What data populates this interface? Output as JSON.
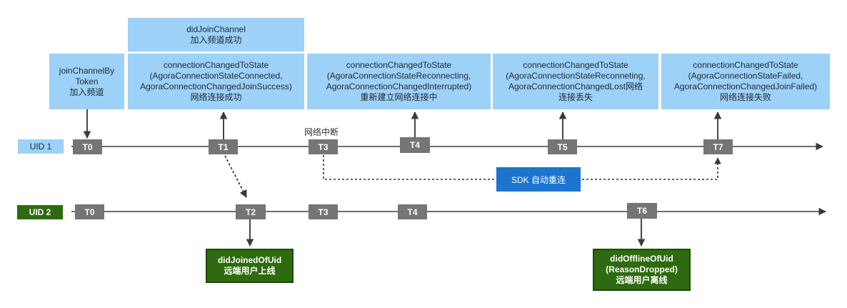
{
  "uid1": {
    "label": "UID 1",
    "ticks": [
      "T0",
      "T1",
      "T3",
      "T4",
      "T5",
      "T7"
    ],
    "network_interrupt_note": "网络中断"
  },
  "uid2": {
    "label": "UID 2",
    "ticks": [
      "T0",
      "T2",
      "T3",
      "T4",
      "T6"
    ]
  },
  "top_boxes": {
    "join_channel_by_token": [
      "joinChannelBy",
      "Token",
      "加入频道"
    ],
    "did_join_channel": [
      "didJoinChannel",
      "加入频道成功"
    ],
    "connected": [
      "connectionChangedToState",
      "(AgoraConnectionStateConnected,",
      "AgoraConnectionChangedJoinSuccess)",
      "网络连接成功"
    ],
    "reconnecting": [
      "connectionChangedToState",
      "(AgoraConnectionStateReconnecting,",
      "AgoraConnectionChangedInterrupted)",
      "重新建立网络连接中"
    ],
    "lost": [
      "connectionChangedToState",
      "(AgoraConnectionStateReconneting,",
      "AgoraConnectionChangedLost网络",
      "连接丢失"
    ],
    "failed": [
      "connectionChangedToState",
      "(AgoraConnectionStateFailed,",
      "AgoraConnectionChangedJoinFailed)",
      "网络连接失败"
    ]
  },
  "sdk_reconnect_label": "SDK 自动重连",
  "bottom_boxes": {
    "did_joined_of_uid": [
      "didJoinedOfUid",
      "远端用户上线"
    ],
    "did_offline_of_uid": [
      "didOfflineOfUid",
      "(ReasonDropped)",
      "远端用户离线"
    ]
  },
  "colors": {
    "callout_blue": "#9dd1f8",
    "tick_gray": "#757575",
    "uid2_green": "#2e6a0f",
    "sdk_blue": "#1c74cf"
  }
}
